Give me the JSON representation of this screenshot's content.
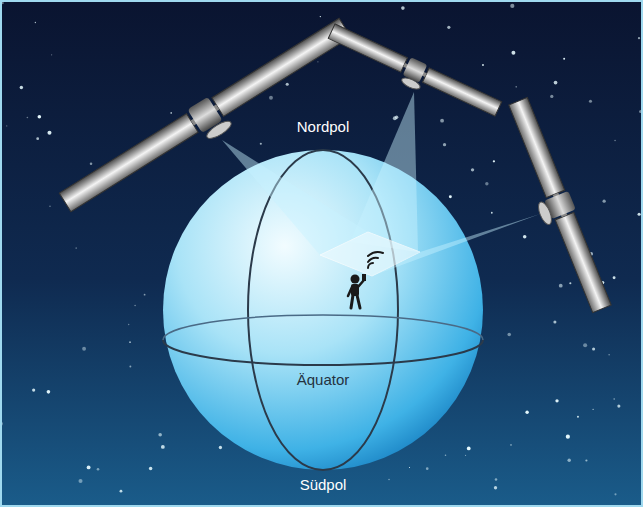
{
  "diagram": {
    "labels": [
      "Nordpol",
      "Äquator",
      "Südpol"
    ]
  }
}
